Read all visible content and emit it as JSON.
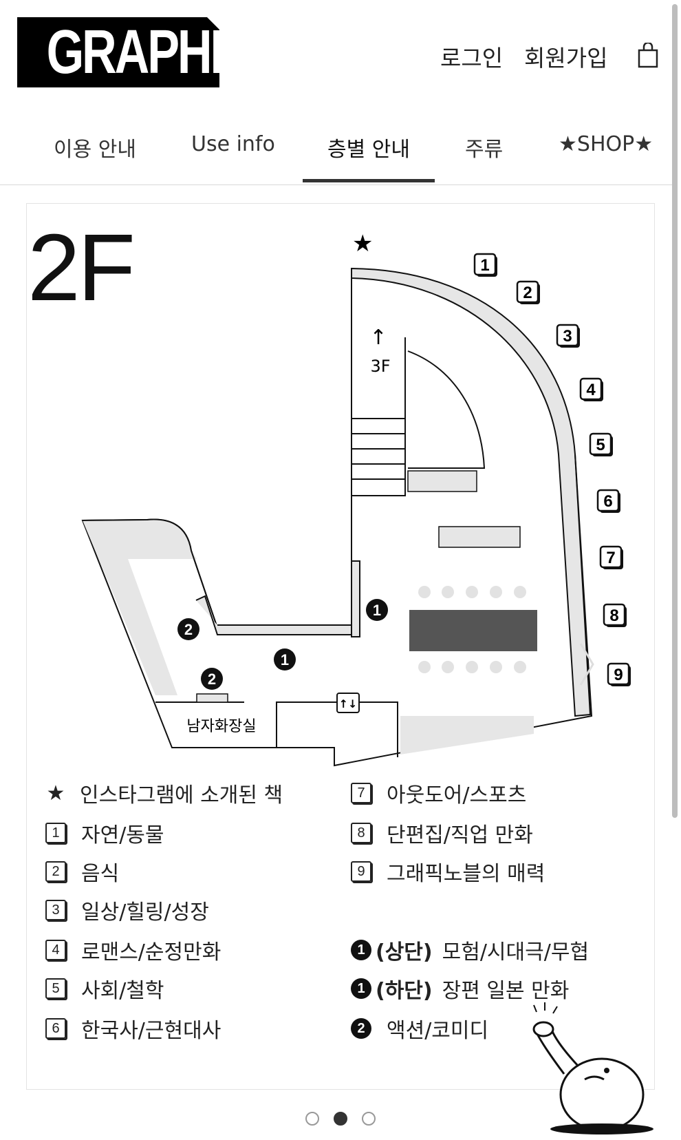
{
  "header": {
    "logo_text": "GRAPHIC",
    "login": "로그인",
    "signup": "회원가입"
  },
  "nav": {
    "tabs": [
      "이용 안내",
      "Use info",
      "층별 안내",
      "주류",
      "★SHOP★"
    ],
    "active_index": 2
  },
  "map": {
    "floor_label": "2F",
    "star": "★",
    "stairs_label": "3F",
    "stairs_arrow": "↑",
    "restroom_label": "남자화장실",
    "elevator_label": "↑↓",
    "shelf_numbers": [
      "1",
      "2",
      "3",
      "4",
      "5",
      "6",
      "7",
      "8",
      "9"
    ],
    "circle_one": "1",
    "circle_two": "2"
  },
  "legend": {
    "left": [
      {
        "mark": "★",
        "type": "star",
        "label": "인스타그램에 소개된 책"
      },
      {
        "mark": "1",
        "type": "box",
        "label": "자연/동물"
      },
      {
        "mark": "2",
        "type": "box",
        "label": "음식"
      },
      {
        "mark": "3",
        "type": "box",
        "label": "일상/힐링/성장"
      },
      {
        "mark": "4",
        "type": "box",
        "label": "로맨스/순정만화"
      },
      {
        "mark": "5",
        "type": "box",
        "label": "사회/철학"
      },
      {
        "mark": "6",
        "type": "box",
        "label": "한국사/근현대사"
      }
    ],
    "right": [
      {
        "mark": "7",
        "type": "box",
        "label": "아웃도어/스포츠"
      },
      {
        "mark": "8",
        "type": "box",
        "label": "단편집/직업 만화"
      },
      {
        "mark": "9",
        "type": "box",
        "label": "그래픽노블의 매력"
      },
      {
        "mark": "1",
        "type": "circle",
        "qualifier": "(상단)",
        "label": "모험/시대극/무협"
      },
      {
        "mark": "1",
        "type": "circle",
        "qualifier": "(하단)",
        "label": "장편 일본 만화"
      },
      {
        "mark": "2",
        "type": "circle",
        "label": "액션/코미디"
      }
    ]
  },
  "carousel": {
    "count": 3,
    "active": 1
  }
}
